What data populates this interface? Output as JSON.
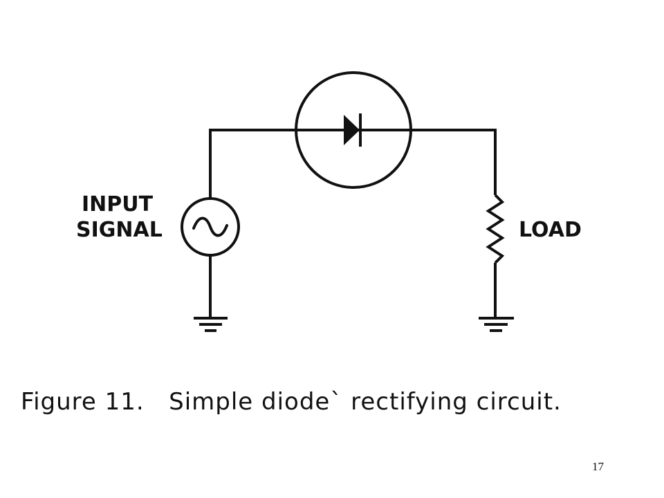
{
  "labels": {
    "input_line1": "INPUT",
    "input_line2": "SIGNAL",
    "load": "LOAD"
  },
  "caption": "Figure 11.   Simple diode` rectifying circuit.",
  "page_number": "17",
  "colors": {
    "ink": "#111111",
    "background": "#ffffff"
  },
  "icons": {
    "source": "ac-source-icon",
    "diode": "diode-icon",
    "resistor": "resistor-icon",
    "ground": "ground-icon"
  }
}
